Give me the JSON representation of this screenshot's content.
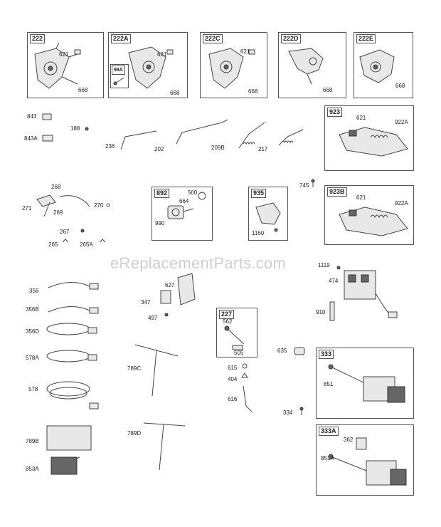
{
  "watermark": "eReplacementParts.com",
  "boxes": {
    "b222": {
      "title": "222",
      "l1": "621",
      "l2": "668"
    },
    "b222a": {
      "title": "222A",
      "l1": "621",
      "l2": "668",
      "sub": "98A"
    },
    "b222c": {
      "title": "222C",
      "l1": "621",
      "l2": "668"
    },
    "b222d": {
      "title": "222D",
      "l1": "668"
    },
    "b222e": {
      "title": "222E",
      "l1": "668"
    },
    "b923": {
      "title": "923",
      "l1": "621",
      "l2": "922A"
    },
    "b923b": {
      "title": "923B",
      "l1": "621",
      "l2": "922A"
    },
    "b892": {
      "title": "892",
      "l1": "500",
      "l2": "664",
      "l3": "990"
    },
    "b935": {
      "title": "935",
      "l1": "1160"
    },
    "b227": {
      "title": "227",
      "l1": "562",
      "l2": "505"
    },
    "b333": {
      "title": "333",
      "l1": "851"
    },
    "b333a": {
      "title": "333A",
      "l1": "362",
      "l2": "851A"
    }
  },
  "labels": {
    "p843": "843",
    "p843a": "843A",
    "p188": "188",
    "p236": "236",
    "p202": "202",
    "p209b": "209B",
    "p217": "217",
    "p268": "268",
    "p271": "271",
    "p269": "269",
    "p270": "270",
    "p267": "267",
    "p265": "265",
    "p265a": "265A",
    "p745": "745",
    "p356": "356",
    "p356b": "356B",
    "p356d": "356D",
    "p578a": "578A",
    "p578": "578",
    "p789b": "789B",
    "p853a": "853A",
    "p627": "627",
    "p347": "347",
    "p497": "497",
    "p789c": "789C",
    "p789d": "789D",
    "p1119": "1119",
    "p474": "474",
    "p910": "910",
    "p635": "635",
    "p615": "615",
    "p404": "404",
    "p616": "616",
    "p334": "334"
  }
}
